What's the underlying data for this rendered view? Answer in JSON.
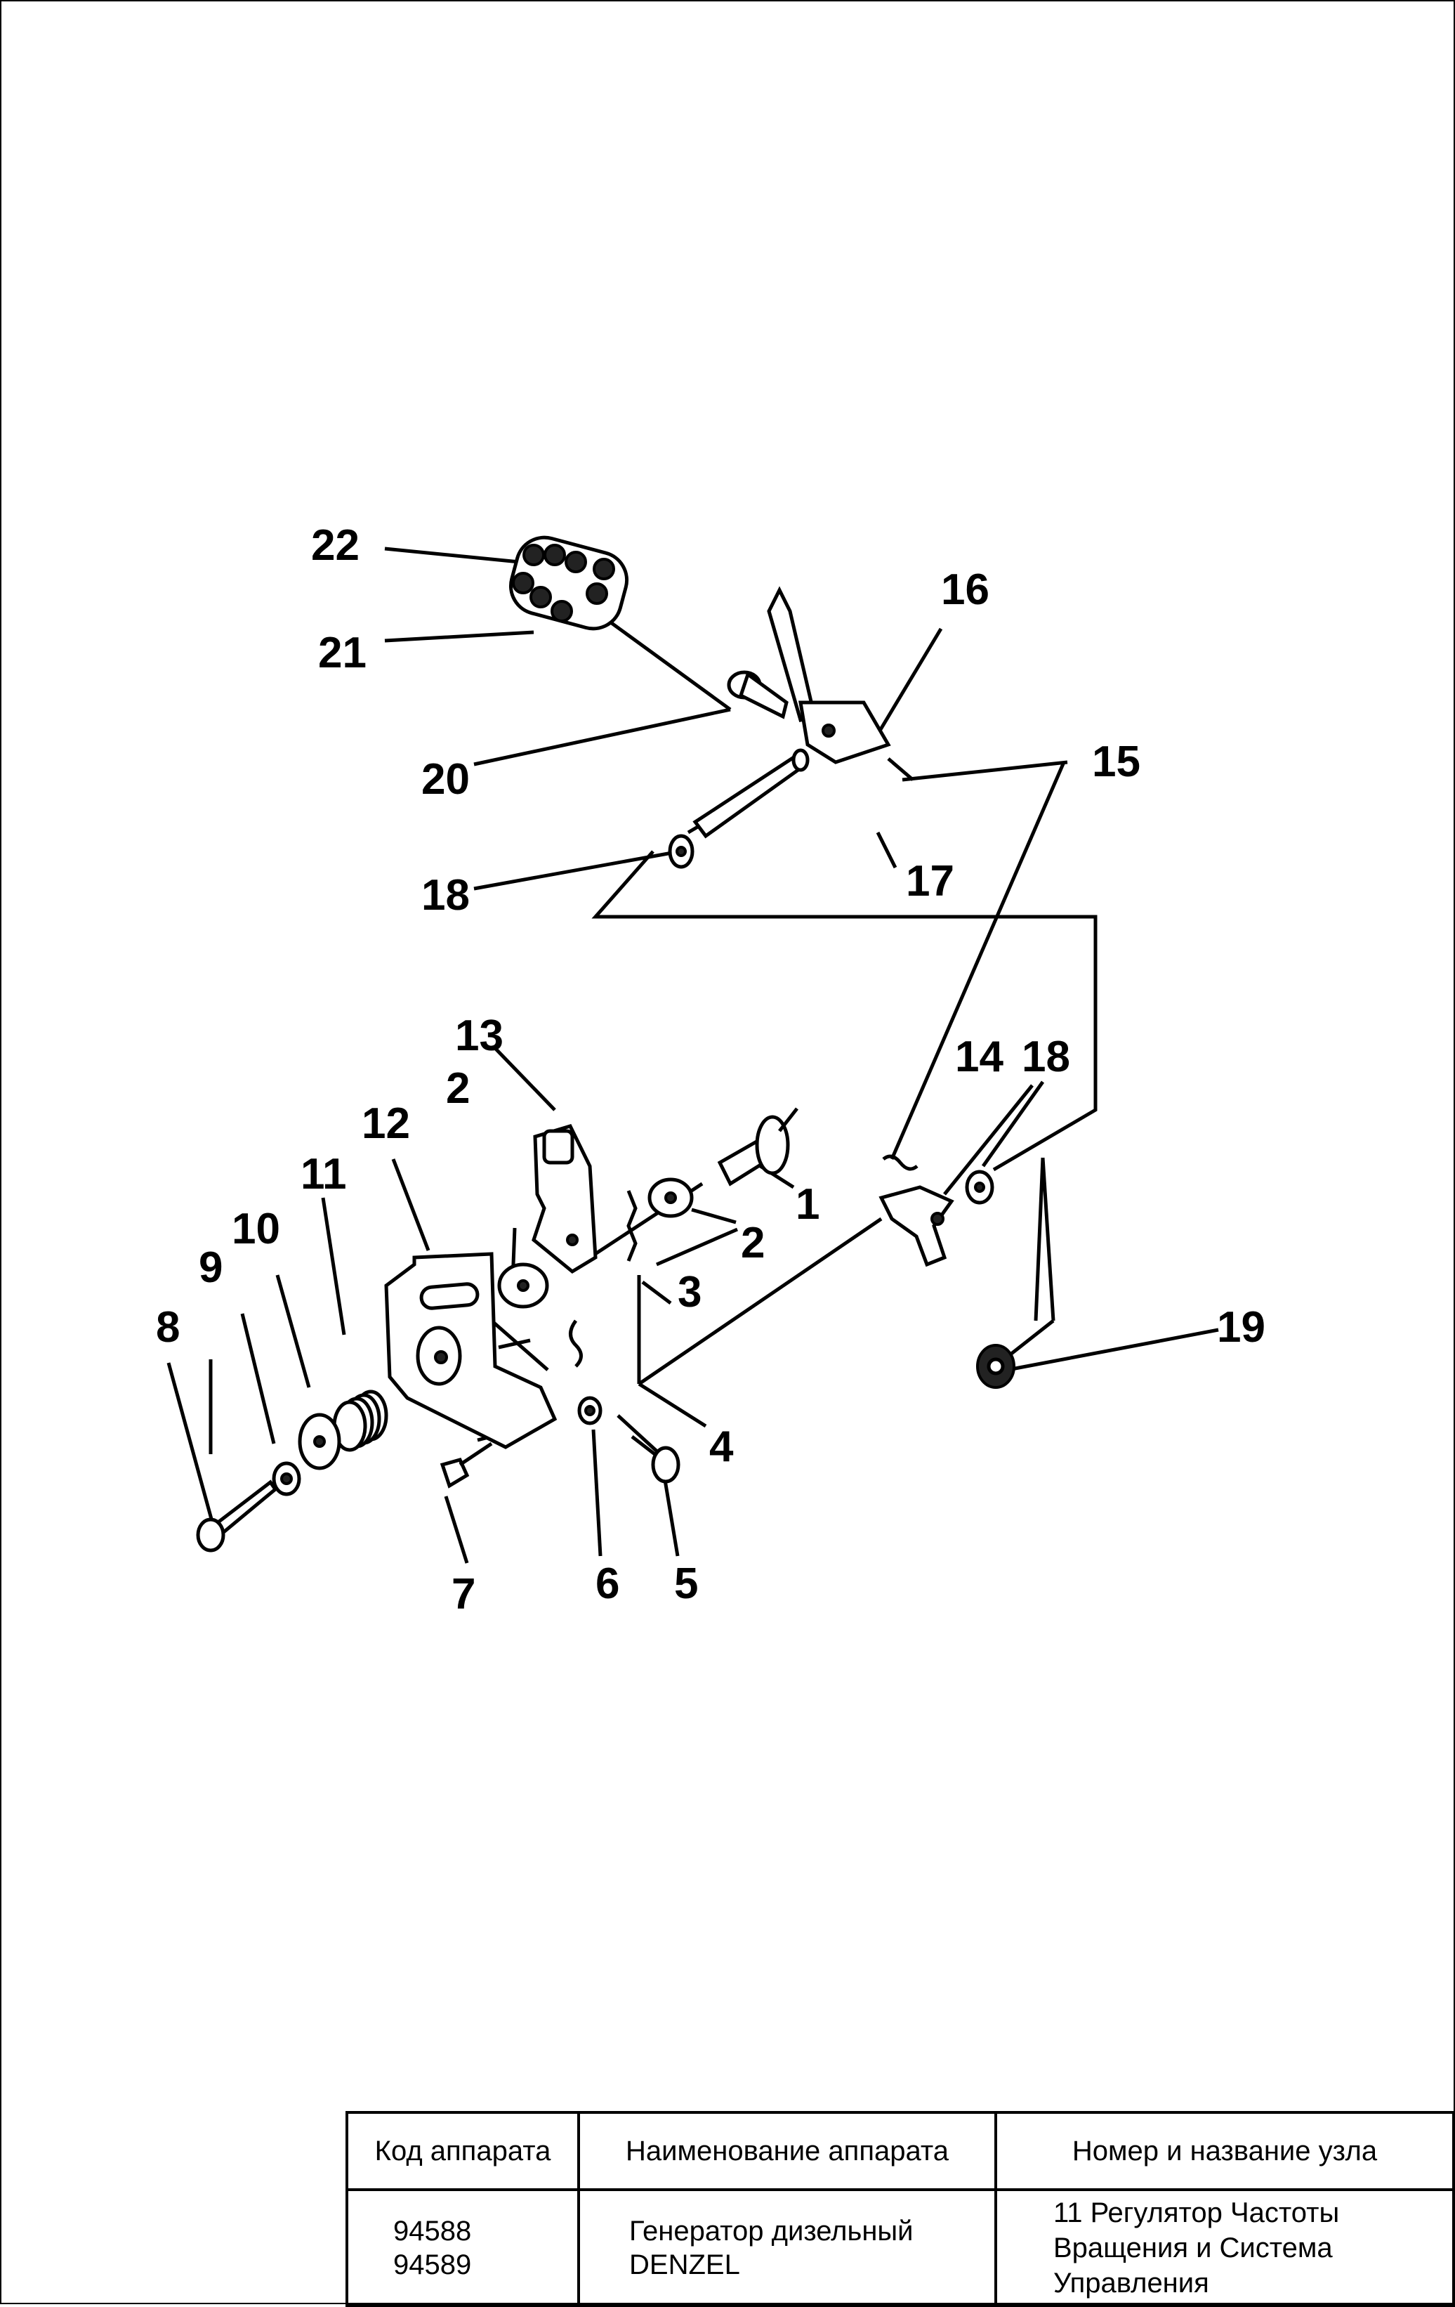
{
  "callouts": [
    "1",
    "2",
    "2",
    "3",
    "4",
    "5",
    "6",
    "7",
    "8",
    "9",
    "10",
    "11",
    "12",
    "13",
    "14",
    "15",
    "16",
    "17",
    "18",
    "18",
    "19",
    "20",
    "21",
    "22"
  ],
  "title_block": {
    "headers": [
      "Код аппарата",
      "Наименование аппарата",
      "Номер и название узла"
    ],
    "codes": [
      "94588",
      "94589"
    ],
    "name_lines": [
      "Генератор дизельный",
      "DENZEL"
    ],
    "node_lines": [
      "11 Регулятор Частоты",
      "Вращения и Система",
      "Управления"
    ]
  }
}
